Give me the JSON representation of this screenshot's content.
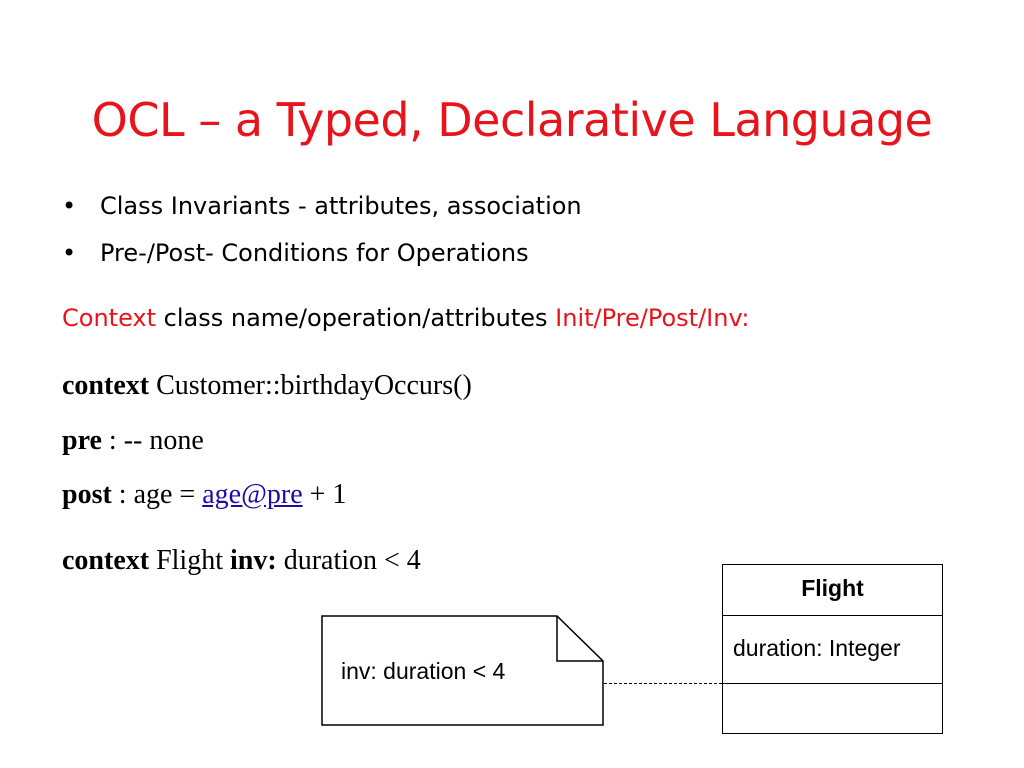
{
  "title": "OCL – a Typed, Declarative Language",
  "bullets": [
    {
      "bullet": "•",
      "text": "Class Invariants - attributes, association"
    },
    {
      "bullet": "•",
      "text": "Pre-/Post- Conditions for Operations"
    }
  ],
  "context_line": {
    "keyword": "Context",
    "middle": " class name/operation/attributes ",
    "tail": "Init/Pre/Post/Inv:"
  },
  "ocl": {
    "line1": {
      "keyword": "context",
      "rest": " Customer::birthdayOccurs()"
    },
    "line2": {
      "keyword": "pre",
      "rest": " : -- none"
    },
    "line3": {
      "keyword": "post",
      "middle": " : age = ",
      "link": "age@pre",
      "rest": " + 1"
    },
    "line4": {
      "keyword": "context",
      "class_name": " Flight ",
      "inv": "inv:",
      "rest": " duration < 4"
    }
  },
  "note": {
    "text": "inv: duration < 4"
  },
  "uml_class": {
    "name": "Flight",
    "attribute": "duration: Integer"
  },
  "colors": {
    "accent_red": "#e8141b",
    "link_blue": "#1a0dab"
  }
}
